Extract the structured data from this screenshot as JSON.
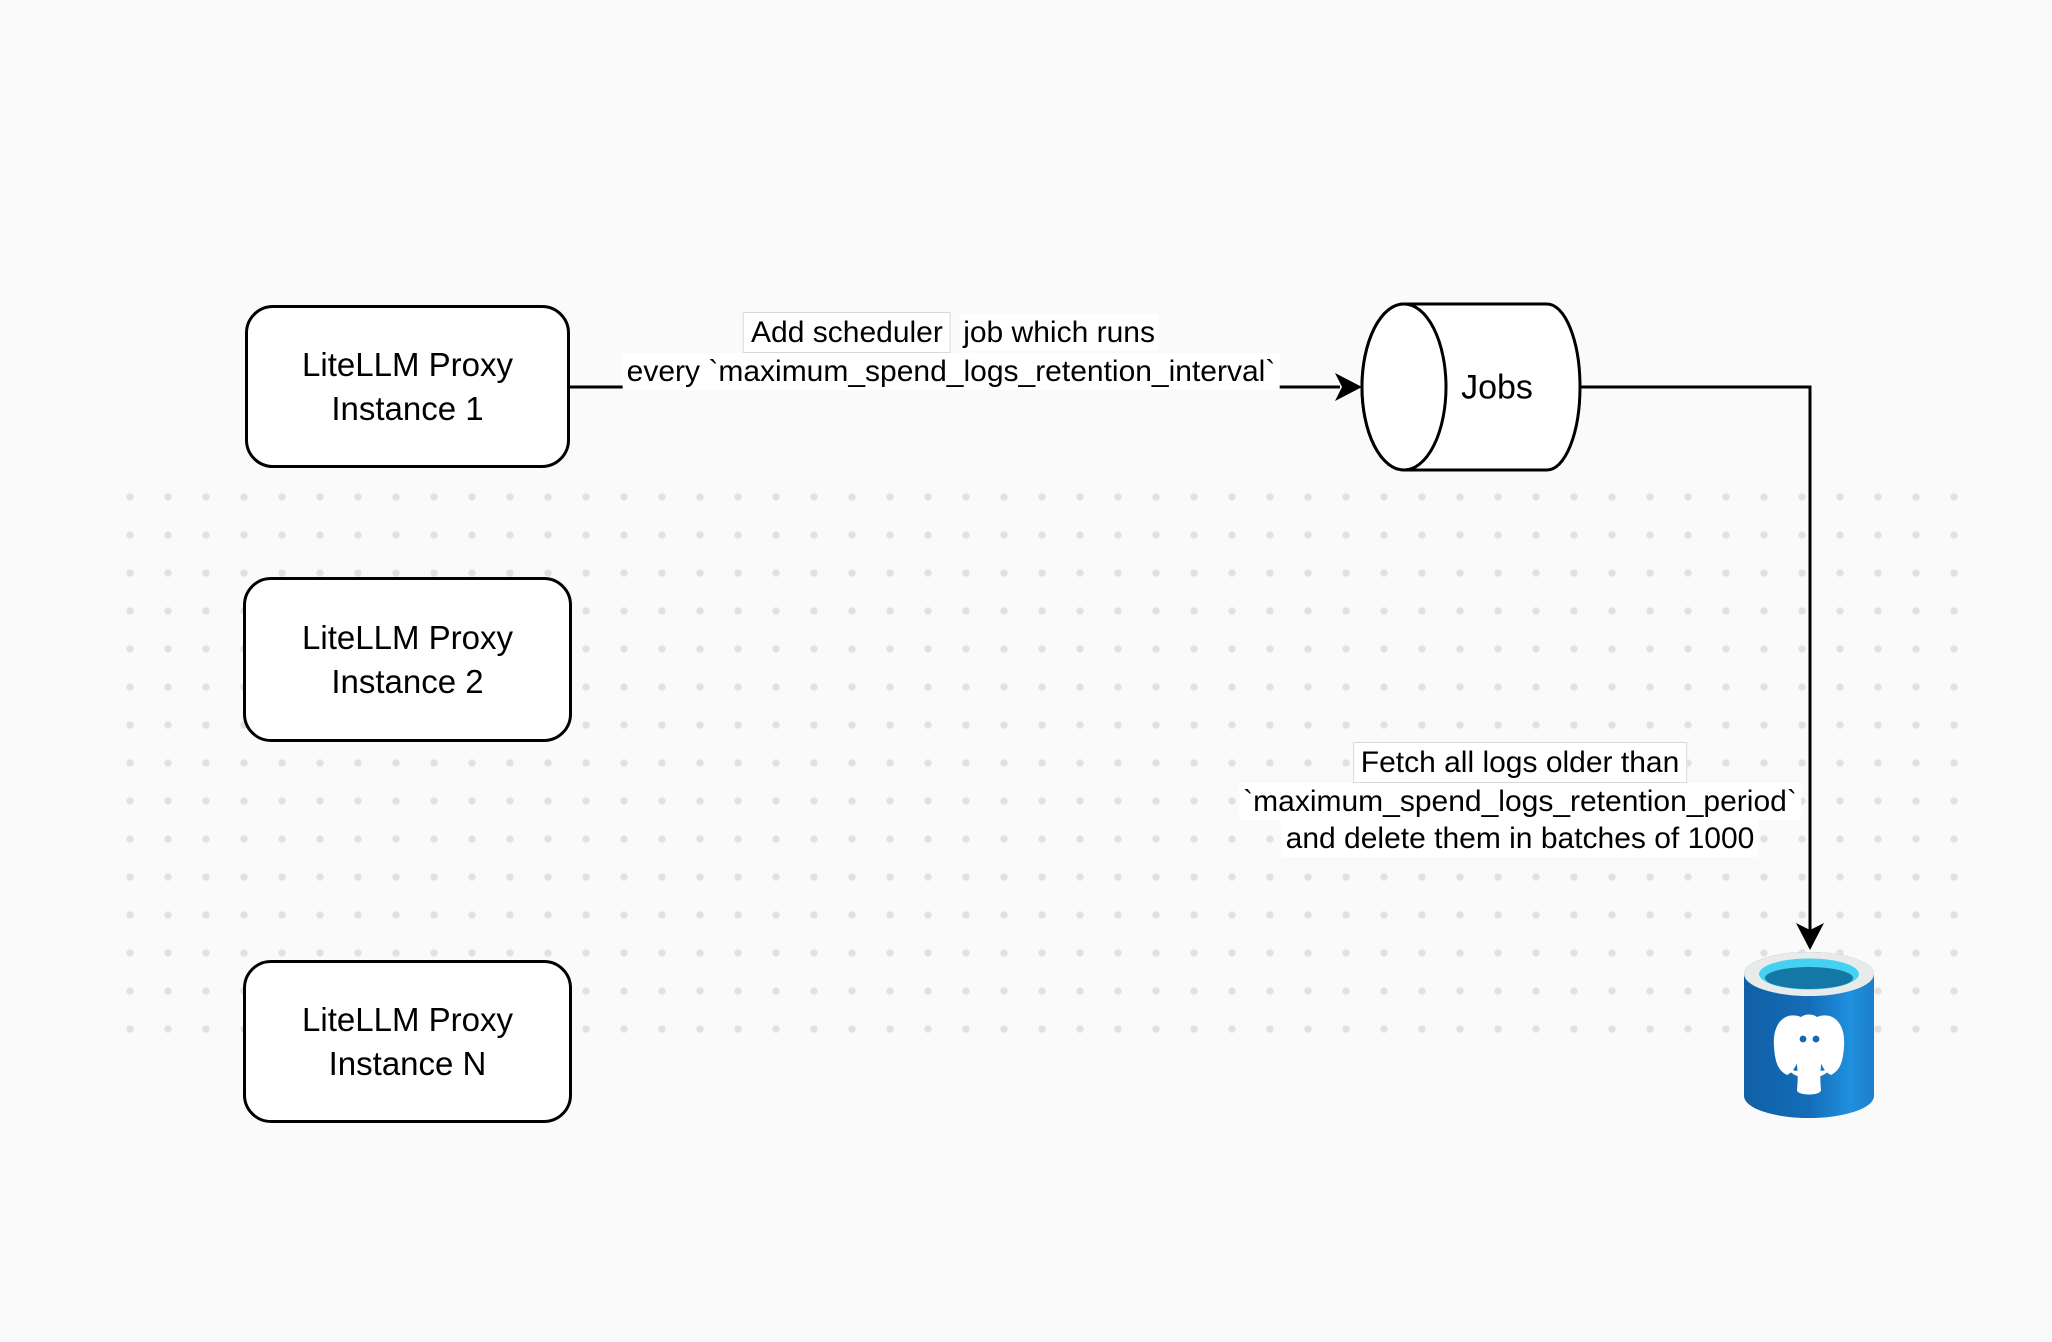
{
  "diagram": {
    "title_hint": "LiteLLM spend-logs cleanup scheduler diagram",
    "colors": {
      "canvas_background": "#fafafa",
      "dot_grid": "#e1e1e1",
      "shape_stroke": "#000000",
      "shape_fill": "#ffffff",
      "postgres_body_dark": "#1160a6",
      "postgres_body_mid": "#146cb8",
      "postgres_body_light": "#2090dd",
      "postgres_rim": "#e9ebea",
      "postgres_water_cyan": "#45d1f2",
      "postgres_water_teal": "#1478a6",
      "postgres_elephant": "#ffffff"
    },
    "nodes": {
      "instance1": {
        "line1": "LiteLLM Proxy",
        "line2": "Instance 1"
      },
      "instance2": {
        "line1": "LiteLLM Proxy",
        "line2": "Instance 2"
      },
      "instanceN": {
        "line1": "LiteLLM Proxy",
        "line2": "Instance N"
      },
      "jobs": {
        "label": "Jobs"
      }
    },
    "edges": {
      "scheduler": {
        "line1_boxed": "Add scheduler",
        "line1_rest": "job which runs",
        "line2": "every `maximum_spend_logs_retention_interval`"
      },
      "fetch": {
        "line1": "Fetch all logs older than",
        "line2": "`maximum_spend_logs_retention_period`",
        "line3": "and delete them in batches of 1000"
      }
    },
    "icons": {
      "jobs_cylinder": "horizontal-cylinder-queue",
      "database": "postgresql-database-icon"
    }
  }
}
